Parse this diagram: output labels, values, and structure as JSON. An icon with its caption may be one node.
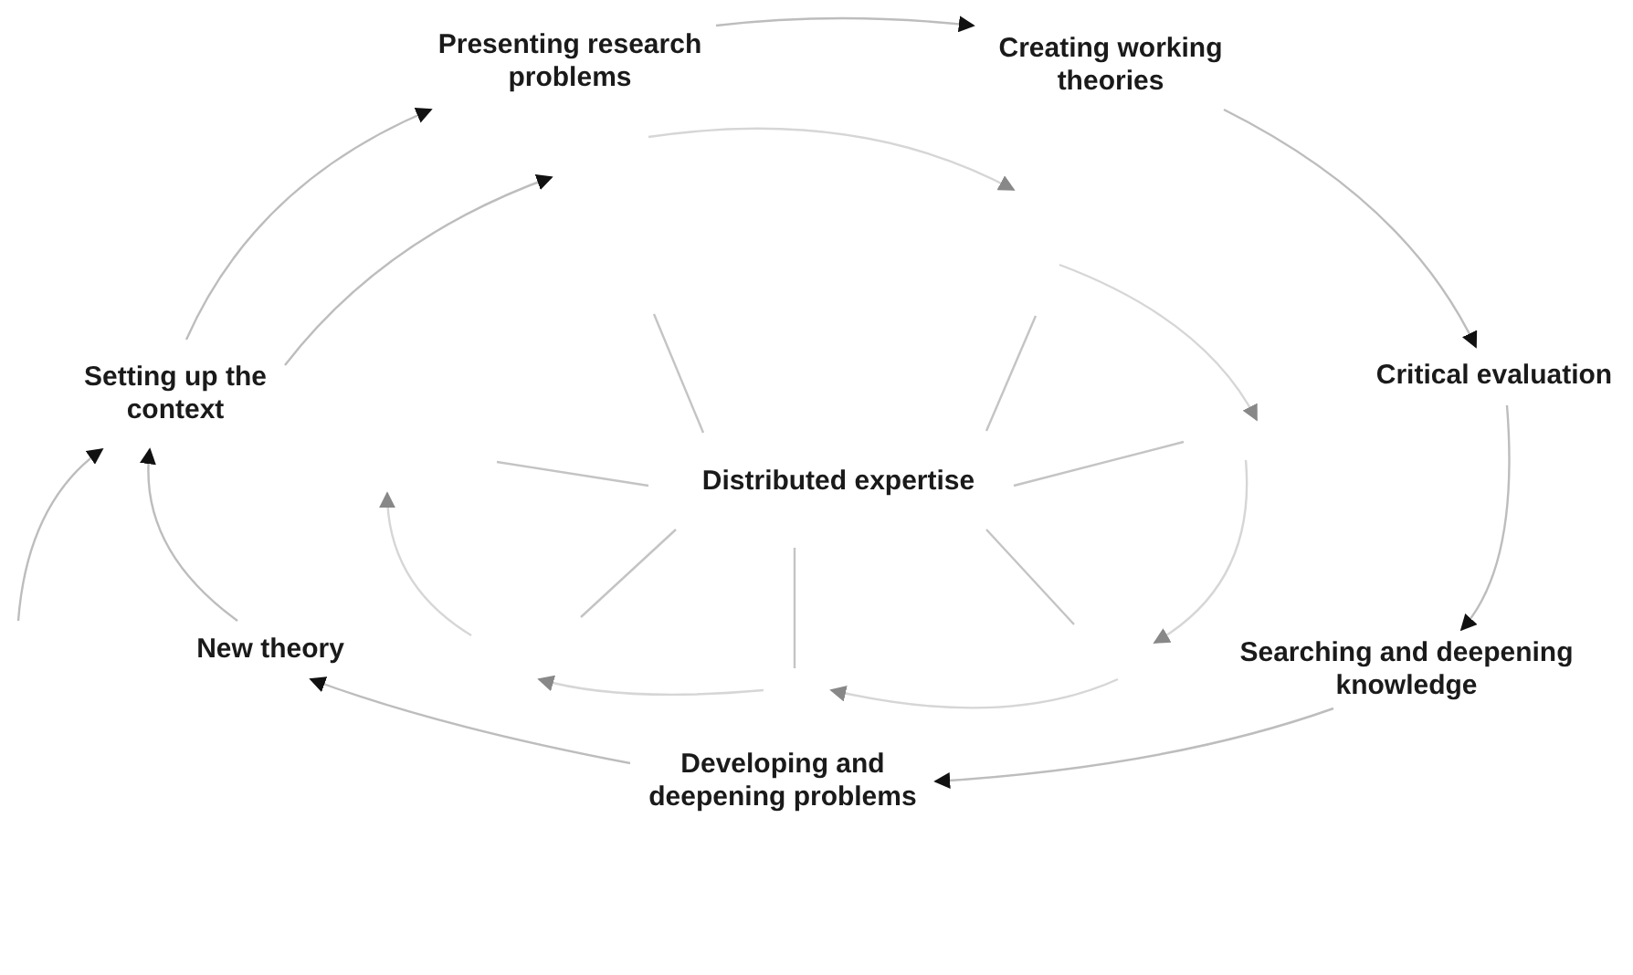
{
  "diagram": {
    "nodes": [
      {
        "text": [
          "Presenting research problems"
        ]
      },
      {
        "text": [
          "Creating working theories"
        ]
      },
      {
        "text": [
          "Critical evaluation"
        ]
      },
      {
        "text": [
          "Searching and deepening knowledge"
        ]
      },
      {
        "text": [
          "Developing and deepening problems"
        ]
      },
      {
        "text": [
          "New theory"
        ]
      },
      {
        "text": [
          "Setting up the context"
        ]
      },
      {
        "text": [
          "Distributed expertise"
        ]
      }
    ],
    "edges": [
      {
        "from": 6,
        "to": 0,
        "arrow": "to"
      },
      {
        "from": 0,
        "to": 1,
        "arrow": "to"
      },
      {
        "from": 1,
        "to": 2,
        "arrow": "to"
      },
      {
        "from": 2,
        "to": 3,
        "arrow": "to"
      },
      {
        "from": 3,
        "to": 4,
        "arrow": "to"
      },
      {
        "from": 4,
        "to": 5,
        "arrow": "to"
      },
      {
        "from": 5,
        "to": 6,
        "arrow": "to"
      },
      {
        "from": null,
        "to": 6,
        "arrow": "to"
      },
      {
        "from": 6,
        "to": null,
        "arrow": "to"
      }
    ]
  }
}
